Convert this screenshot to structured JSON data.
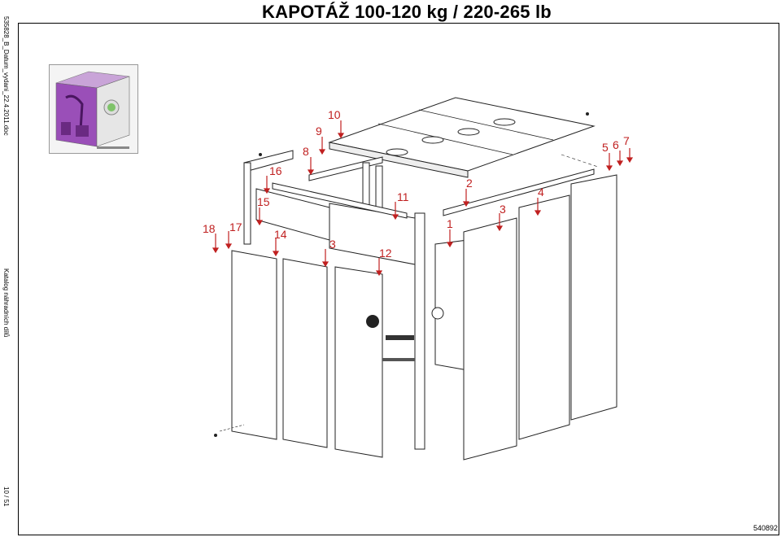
{
  "header": {
    "title": "KAPOTÁŽ 100-120 kg / 220-265 lb"
  },
  "sidebar": {
    "doc_ref": "535828_B_Datum_vydani_22.4.2011.doc",
    "catalog": "Katalog náhradních dílů",
    "page": "10 / 51"
  },
  "footer": {
    "drawing_code": "540892"
  },
  "callouts": [
    "1",
    "2",
    "3",
    "3",
    "4",
    "5",
    "6",
    "7",
    "8",
    "9",
    "10",
    "11",
    "12",
    "14",
    "15",
    "16",
    "17",
    "18"
  ],
  "colors": {
    "callout": "#c02020",
    "thumbnail_accent": "#8a2fa8"
  }
}
